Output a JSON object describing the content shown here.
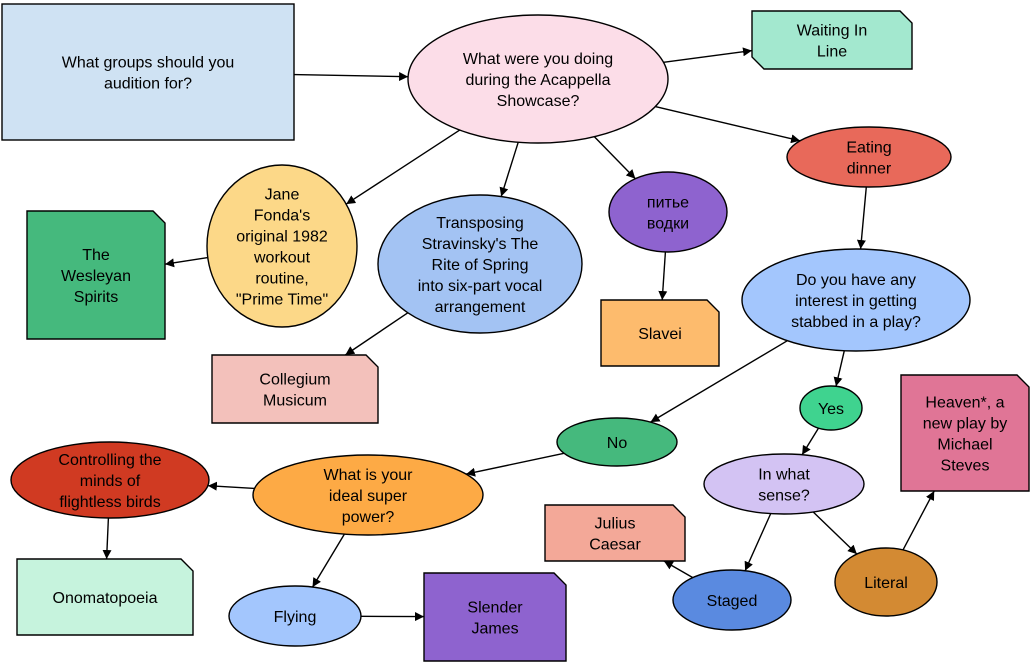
{
  "nodes": {
    "start": {
      "lines": [
        "What groups should you",
        "audition for?"
      ],
      "color": "#cfe2f3"
    },
    "q_showcase": {
      "lines": [
        "What were you doing",
        "during the Acappella",
        "Showcase?"
      ],
      "color": "#fcdde8"
    },
    "waiting": {
      "lines": [
        "Waiting In",
        "Line"
      ],
      "color": "#a3e8cf"
    },
    "eating": {
      "lines": [
        "Eating",
        "dinner"
      ],
      "color": "#e8695a"
    },
    "vodka": {
      "lines": [
        "питье",
        "водки"
      ],
      "color": "#8e63cf"
    },
    "slavei": {
      "lines": [
        "Slavei"
      ],
      "color": "#fdbb6d"
    },
    "jane": {
      "lines": [
        "Jane",
        "Fonda's",
        "original 1982",
        "workout",
        "routine,",
        "\"Prime Time\""
      ],
      "color": "#fcd888"
    },
    "spirits": {
      "lines": [
        "The",
        "Wesleyan",
        "Spirits"
      ],
      "color": "#45b97d"
    },
    "stravinsky": {
      "lines": [
        "Transposing",
        "Stravinsky's The",
        "Rite of Spring",
        "into six-part vocal",
        "arrangement"
      ],
      "color": "#a3c3f3"
    },
    "collegium": {
      "lines": [
        "Collegium",
        "Musicum"
      ],
      "color": "#f3c1bb"
    },
    "q_stabbed": {
      "lines": [
        "Do you have any",
        "interest in getting",
        "stabbed in a play?"
      ],
      "color": "#a3c6fd"
    },
    "yes": {
      "lines": [
        "Yes"
      ],
      "color": "#3fd38f"
    },
    "no": {
      "lines": [
        "No"
      ],
      "color": "#45b97d"
    },
    "q_sense": {
      "lines": [
        "In what",
        "sense?"
      ],
      "color": "#d3c3f3"
    },
    "heaven": {
      "lines": [
        "Heaven*, a",
        "new play by",
        "Michael",
        "Steves"
      ],
      "color": "#e07596"
    },
    "literal": {
      "lines": [
        "Literal"
      ],
      "color": "#d38a33"
    },
    "staged": {
      "lines": [
        "Staged"
      ],
      "color": "#5a8ae0"
    },
    "julius": {
      "lines": [
        "Julius",
        "Caesar"
      ],
      "color": "#f3a898"
    },
    "q_power": {
      "lines": [
        "What is your",
        "ideal super",
        "power?"
      ],
      "color": "#fdaa45"
    },
    "birds": {
      "lines": [
        "Controlling the",
        "minds of",
        "flightless birds"
      ],
      "color": "#d03a22"
    },
    "onomatopoeia": {
      "lines": [
        "Onomatopoeia"
      ],
      "color": "#c6f3dd"
    },
    "flying": {
      "lines": [
        "Flying"
      ],
      "color": "#a3c6fd"
    },
    "slender": {
      "lines": [
        "Slender",
        "James"
      ],
      "color": "#8e63cf"
    }
  },
  "edges": [
    {
      "from": "start",
      "to": "q_showcase"
    },
    {
      "from": "q_showcase",
      "to": "waiting"
    },
    {
      "from": "q_showcase",
      "to": "eating"
    },
    {
      "from": "q_showcase",
      "to": "vodka"
    },
    {
      "from": "q_showcase",
      "to": "jane"
    },
    {
      "from": "q_showcase",
      "to": "stravinsky"
    },
    {
      "from": "vodka",
      "to": "slavei"
    },
    {
      "from": "jane",
      "to": "spirits"
    },
    {
      "from": "stravinsky",
      "to": "collegium"
    },
    {
      "from": "eating",
      "to": "q_stabbed"
    },
    {
      "from": "q_stabbed",
      "to": "yes"
    },
    {
      "from": "q_stabbed",
      "to": "no"
    },
    {
      "from": "yes",
      "to": "q_sense"
    },
    {
      "from": "q_sense",
      "to": "literal"
    },
    {
      "from": "q_sense",
      "to": "staged"
    },
    {
      "from": "literal",
      "to": "heaven"
    },
    {
      "from": "staged",
      "to": "julius"
    },
    {
      "from": "no",
      "to": "q_power"
    },
    {
      "from": "q_power",
      "to": "birds"
    },
    {
      "from": "q_power",
      "to": "flying"
    },
    {
      "from": "birds",
      "to": "onomatopoeia"
    },
    {
      "from": "flying",
      "to": "slender"
    }
  ]
}
